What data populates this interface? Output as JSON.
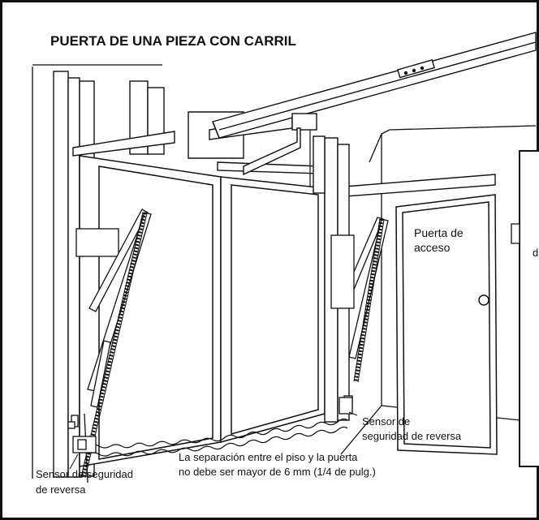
{
  "title": "PUERTA DE UNA PIEZA CON CARRIL",
  "labels": {
    "door_line1": "Puerta de",
    "door_line2": "acceso",
    "sensor_right_line1": "Sensor de",
    "sensor_right_line2": "seguridad de reversa",
    "gap_line1": "La separación entre el piso y la puerta",
    "gap_line2": "no debe ser mayor de 6 mm (1/4 de pulg.)",
    "sensor_left_line1": "Sensor de seguridad",
    "sensor_left_line2": "de reversa",
    "inset_fragment": "d"
  },
  "colors": {
    "line": "#111111",
    "background": "#ffffff"
  }
}
